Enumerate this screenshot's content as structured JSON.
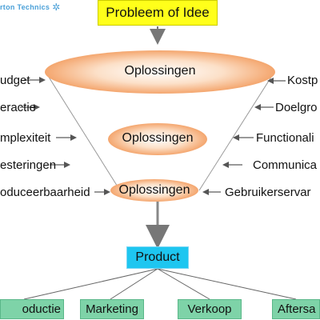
{
  "logo": {
    "text": "rton Technics",
    "icon": "snowflake-icon"
  },
  "top_box": {
    "label": "Probleem of Idee",
    "color": "#ffff1a"
  },
  "funnel": {
    "levels": [
      {
        "label": "Oplossingen"
      },
      {
        "label": "Oplossingen"
      },
      {
        "label": "Oplossingen"
      }
    ],
    "left_items": [
      "udget",
      "eractie",
      "mplexiteit",
      "esteringen",
      "oduceerbaarheid"
    ],
    "right_items": [
      "Kostp",
      "Doelgro",
      "Functionali",
      "Communica",
      "Gebruikerservar"
    ]
  },
  "product_box": {
    "label": "Product",
    "color": "#1ec6f0"
  },
  "outputs": [
    "oductie",
    "Marketing",
    "Verkoop",
    "Aftersa"
  ],
  "colors": {
    "ellipse": "#f4a66e",
    "output": "#7ed3a8"
  }
}
